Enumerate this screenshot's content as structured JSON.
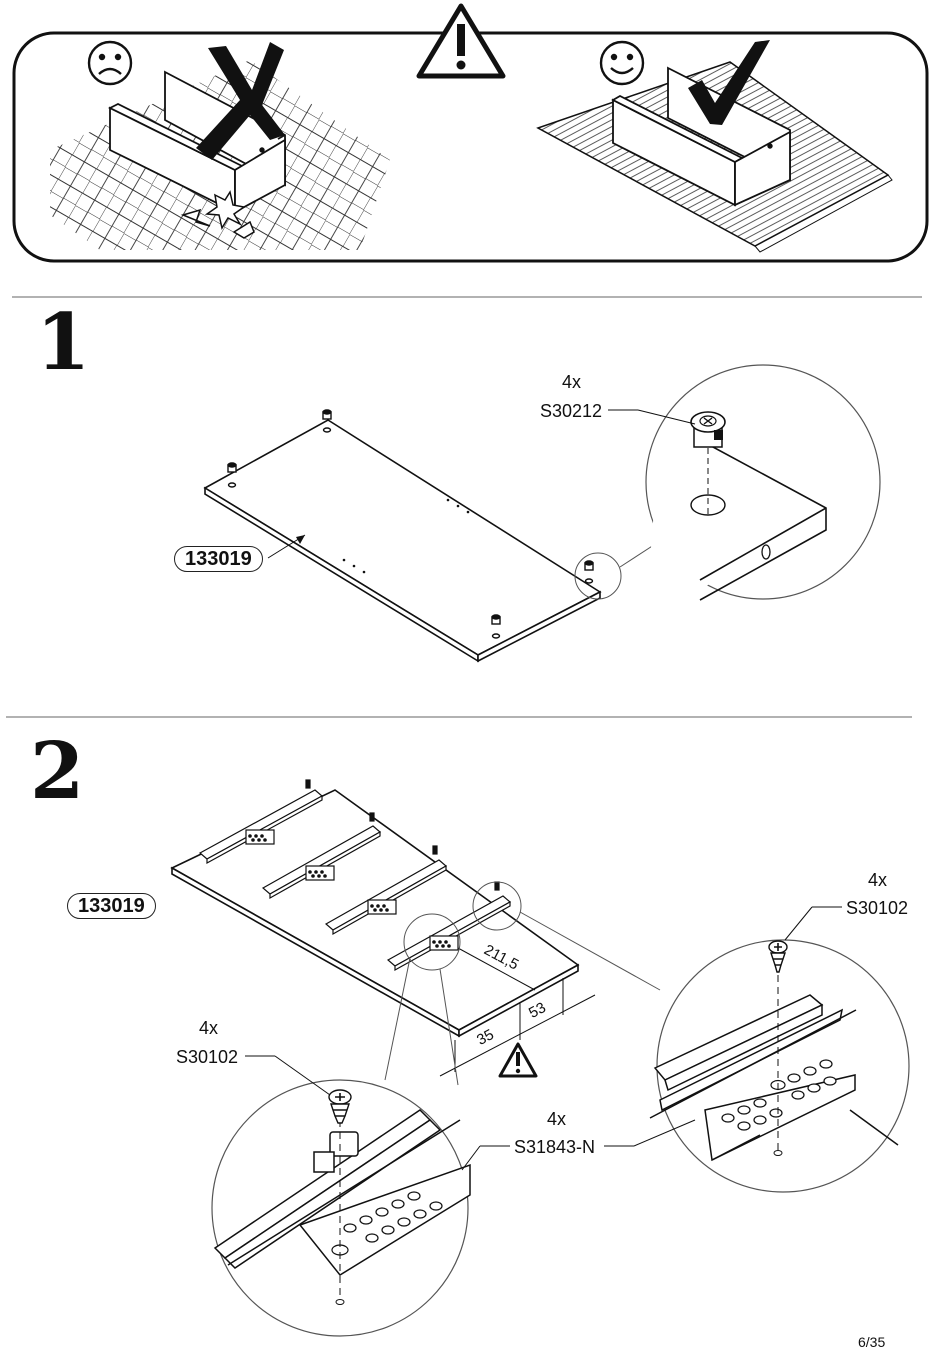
{
  "page": {
    "page_number": "6/35"
  },
  "warning_panel": {
    "wrong_face_icon": "sad-face-icon",
    "right_face_icon": "smiley-face-icon",
    "wrong_mark_icon": "cross-mark-icon",
    "right_mark_icon": "check-mark-icon",
    "warning_icon": "warning-triangle-icon"
  },
  "step1": {
    "number": "1",
    "panel_label": "133019",
    "part_qty": "4x",
    "part_code": "S30212"
  },
  "step2": {
    "number": "2",
    "panel_label": "133019",
    "screw_right_qty": "4x",
    "screw_right_code": "S30102",
    "screw_left_qty": "4x",
    "screw_left_code": "S30102",
    "rail_qty": "4x",
    "rail_code": "S31843-N",
    "dim_211": "211,5",
    "dim_35": "35",
    "dim_53": "53",
    "warning_icon": "warning-triangle-icon"
  }
}
